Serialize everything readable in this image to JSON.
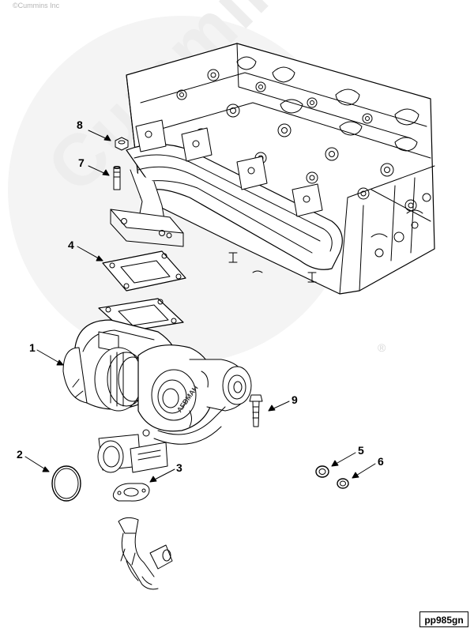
{
  "copyright": "©Cummins Inc",
  "watermark": "Cummins",
  "registered_mark": "®",
  "reference_code": "pp985gn",
  "callouts": {
    "c1": "1",
    "c2": "2",
    "c3": "3",
    "c4": "4",
    "c5": "5",
    "c6": "6",
    "c7": "7",
    "c8": "8",
    "c9": "9"
  },
  "turbo_housing_text": "AFBMAH"
}
